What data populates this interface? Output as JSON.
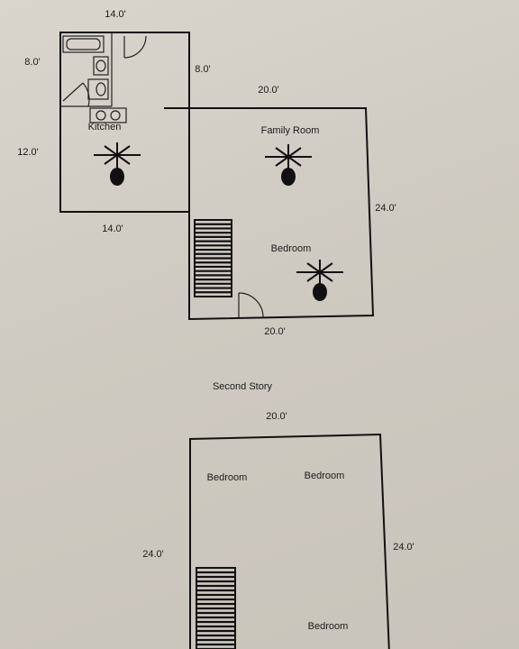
{
  "first_floor": {
    "kitchen": {
      "label": "Kitchen",
      "dim_top": "14.0'",
      "dim_bottom": "14.0'",
      "dim_left_upper": "8.0'",
      "dim_left_lower": "12.0'",
      "dim_right_upper": "8.0'"
    },
    "family_room": {
      "label": "Family Room",
      "dim_top": "20.0'"
    },
    "bedroom": {
      "label": "Bedroom",
      "dim_right": "24.0'",
      "dim_bottom": "20.0'"
    }
  },
  "second_story": {
    "title": "Second Story",
    "dim_top": "20.0'",
    "dim_left": "24.0'",
    "dim_right": "24.0'",
    "bedrooms": [
      "Bedroom",
      "Bedroom",
      "Bedroom"
    ]
  },
  "icons": [
    "bathtub-icon",
    "toilet-icon",
    "sink-icon",
    "stove-icon",
    "ceiling-fan-icon",
    "stairs-icon",
    "door-swing-icon"
  ]
}
